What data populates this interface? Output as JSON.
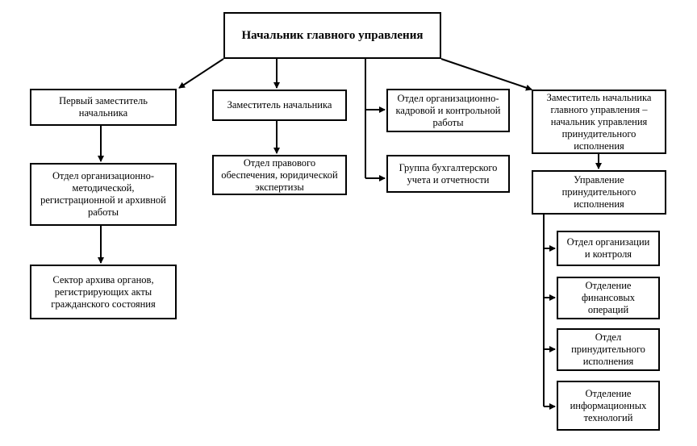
{
  "chart": {
    "root": "Начальник главного управления",
    "first_deputy": "Первый заместитель начальника",
    "omr_department": "Отдел организационно-методической, регистрационной и архивной работы",
    "archive_sector": "Сектор архива органов, регистрирующих акты гражданского состояния",
    "deputy": "Заместитель начальника",
    "legal_department": "Отдел правового обеспечения, юридической экспертизы",
    "hr_control_department": "Отдел организационно-кадровой и контрольной работы",
    "accounting_group": "Группа бухгалтерского учета и отчетности",
    "deputy_enforcement": "Заместитель начальника главного управления – начальник управления принудительного исполнения",
    "enforcement_directorate": "Управление принудительного исполнения",
    "org_control_department": "Отдел организации и контроля",
    "financial_operations": "Отделение финансовых операций",
    "enforcement_department": "Отдел принудительного исполнения",
    "it_department": "Отделение информационных технологий"
  }
}
